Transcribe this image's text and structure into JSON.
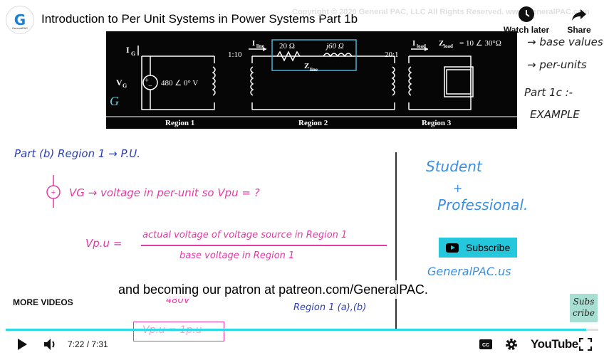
{
  "header": {
    "logo_text": "G",
    "logo_subtext": "GeneralPAC",
    "title": "Introduction to Per Unit Systems in Power Systems Part 1b",
    "watermark": "Copyright © 2020 General PAC, LLC All Rights Reserved. www.GeneralPAC.com",
    "watch_later_label": "Watch later",
    "share_label": "Share"
  },
  "diagram": {
    "i_g": "I",
    "i_g_sub": "G",
    "v_g": "V",
    "v_g_sub": "G",
    "source_value": "480 ∠ 0° V",
    "ratio1": "1:10",
    "ratio2": "20:1",
    "i_line": "I",
    "i_line_sub": "line",
    "r_line": "20 Ω",
    "x_line": "j60 Ω",
    "z_line": "Z",
    "z_line_sub": "line",
    "i_load": "I",
    "i_load_sub": "load",
    "z_load": "Z",
    "z_load_sub": "load",
    "z_load_value": "= 10 ∠ 30°Ω",
    "region1": "Region 1",
    "region2": "Region 2",
    "region3": "Region 3",
    "g_mark": "G"
  },
  "notes_right_top": {
    "line1": "→ base values",
    "line2": "→ per-units",
    "line3": "Part 1c :-",
    "line4": "EXAMPLE"
  },
  "whiteboard": {
    "heading": "Part (b)  Region 1 → P.U.",
    "line_vg": "VG → voltage in per-unit so Vpu = ?",
    "vpu_label": "Vp.u =",
    "numerator": "actual voltage of voltage source in Region 1",
    "denominator": "base voltage in Region 1",
    "value_480": "480V",
    "region_ref": "Region 1 (a),(b)",
    "pu_box_text": "Vp.u = 1p.u",
    "student": "Student",
    "plus": "+",
    "professional": "Professional.",
    "generalpac": "GeneralPAC.us"
  },
  "subscribe_label": "Subscribe",
  "caption": "and becoming our patron at patreon.com/GeneralPAC.",
  "more_videos_label": "MORE VIDEOS",
  "subs_box": {
    "line1": "Subs",
    "line2": "cribe"
  },
  "player": {
    "time": "7:22 / 7:31",
    "progress_fraction": 0.98,
    "brand": "YouTube"
  },
  "colors": {
    "progress": "#2ed8e6",
    "subscribe_bg": "#24c7dc",
    "ink_blue": "#2b3fb8",
    "ink_pink": "#e33aa6"
  }
}
